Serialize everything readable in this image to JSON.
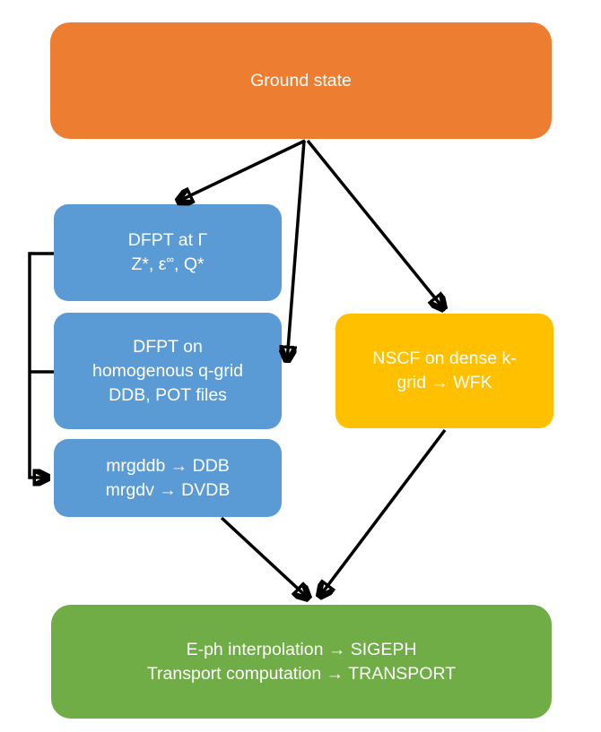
{
  "colors": {
    "orange": "#ED7D31",
    "blue": "#5B9BD5",
    "yellow": "#FFC000",
    "green": "#70AD47",
    "arrow": "#000000",
    "node_text": "#FFFFFF"
  },
  "nodes": {
    "ground_state": {
      "label": "Ground state",
      "color": "#ED7D31"
    },
    "dfpt_gamma": {
      "line1": "DFPT at Γ",
      "line2a": "Z*, ε",
      "line2sup": "∞",
      "line2b": ", Q*",
      "color": "#5B9BD5"
    },
    "dfpt_qgrid": {
      "lines": [
        "DFPT on",
        "homogenous q-grid",
        "DDB, POT files"
      ],
      "color": "#5B9BD5"
    },
    "mrgddb": {
      "lines": [
        "mrgddb → DDB",
        "mrgdv → DVDB"
      ],
      "color": "#5B9BD5"
    },
    "nscf": {
      "lines": [
        "NSCF on dense k-",
        "grid → WFK"
      ],
      "color": "#FFC000"
    },
    "eph": {
      "lines": [
        "E-ph interpolation → SIGEPH",
        "Transport computation → TRANSPORT"
      ],
      "color": "#70AD47"
    }
  },
  "edges": [
    {
      "from": "ground_state",
      "to": "dfpt_gamma"
    },
    {
      "from": "ground_state",
      "to": "dfpt_qgrid"
    },
    {
      "from": "ground_state",
      "to": "nscf"
    },
    {
      "from": "dfpt_gamma",
      "to": "mrgddb"
    },
    {
      "from": "dfpt_qgrid",
      "to": "mrgddb"
    },
    {
      "from": "mrgddb",
      "to": "eph"
    },
    {
      "from": "nscf",
      "to": "eph"
    }
  ]
}
